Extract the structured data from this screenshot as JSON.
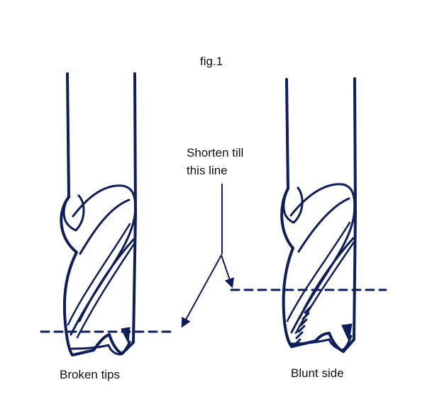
{
  "figure": {
    "title": "fig.1",
    "instruction_line_1": "Shorten till",
    "instruction_line_2": "this line",
    "left_caption": "Broken tips",
    "right_caption": "Blunt side",
    "line_color": "#0e1d5c"
  }
}
